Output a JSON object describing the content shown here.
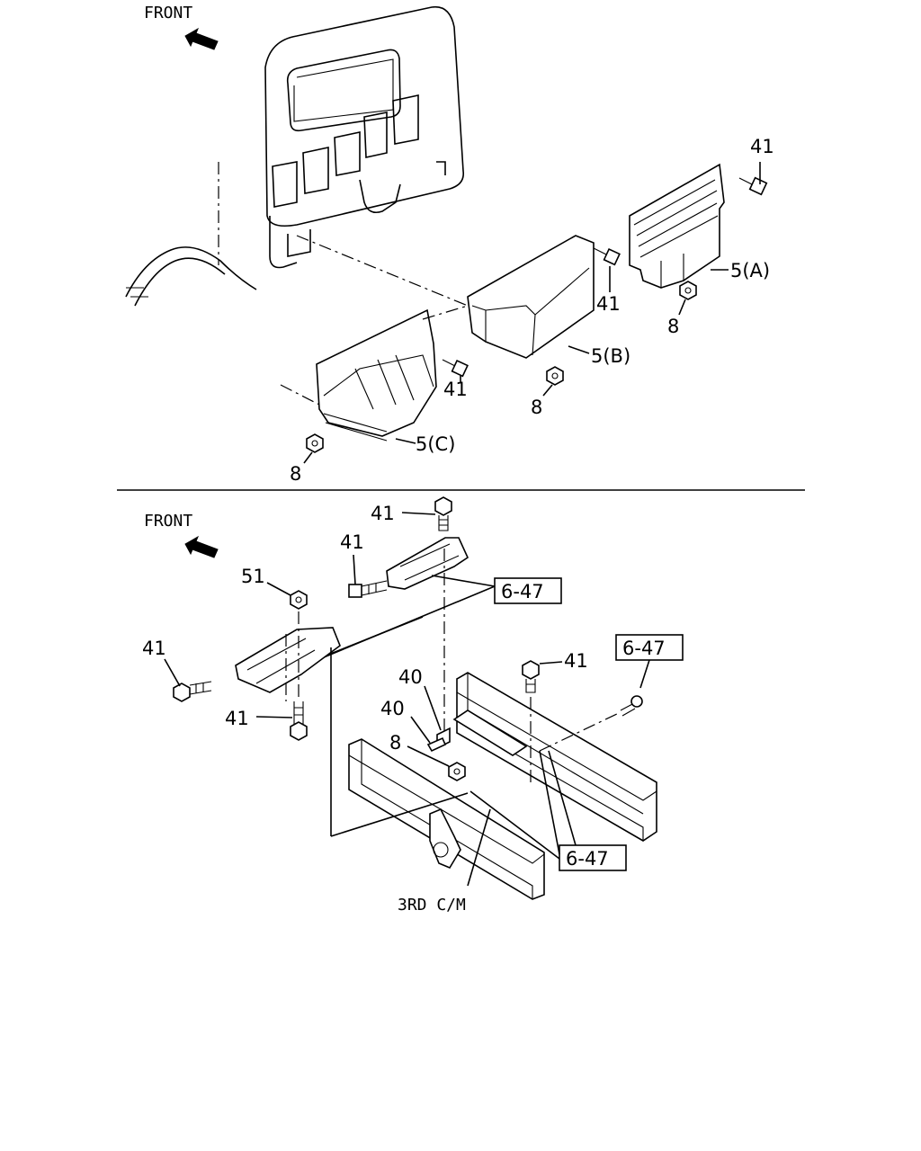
{
  "upper_view": {
    "front_label": "FRONT",
    "callouts": {
      "bolt_5a": "41",
      "cover_5a": "5(A)",
      "nut_5a": "8",
      "bolt_5b": "41",
      "cover_5b": "5(B)",
      "nut_5b": "8",
      "bolt_5c": "41",
      "cover_5c": "5(C)",
      "nut_5c": "8"
    }
  },
  "lower_view": {
    "front_label": "FRONT",
    "callouts": {
      "bolt_top": "41",
      "bolt_upper_left": "41",
      "nut_51": "51",
      "bolt_left": "41",
      "bolt_lower_left": "41",
      "bolt_frame": "41",
      "bracket_40_upper": "40",
      "bracket_40_lower": "40",
      "nut_8": "8"
    },
    "ref_boxes": {
      "ref_upper": "6-47",
      "ref_right": "6-47",
      "ref_lower": "6-47"
    },
    "crossmember_label": "3RD C/M"
  },
  "colors": {
    "line": "#000000",
    "background": "#ffffff"
  }
}
